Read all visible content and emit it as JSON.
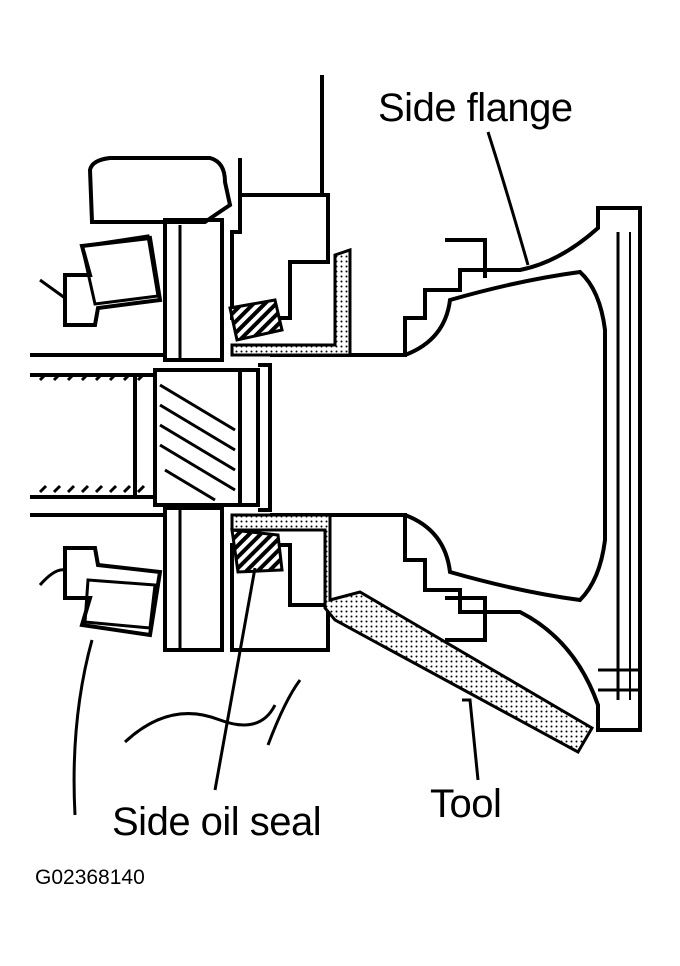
{
  "labels": {
    "side_flange": "Side flange",
    "side_oil_seal": "Side oil seal",
    "tool": "Tool",
    "figure_code": "G02368140"
  },
  "colors": {
    "line": "#000000",
    "background": "#ffffff",
    "stipple": "#000000"
  }
}
